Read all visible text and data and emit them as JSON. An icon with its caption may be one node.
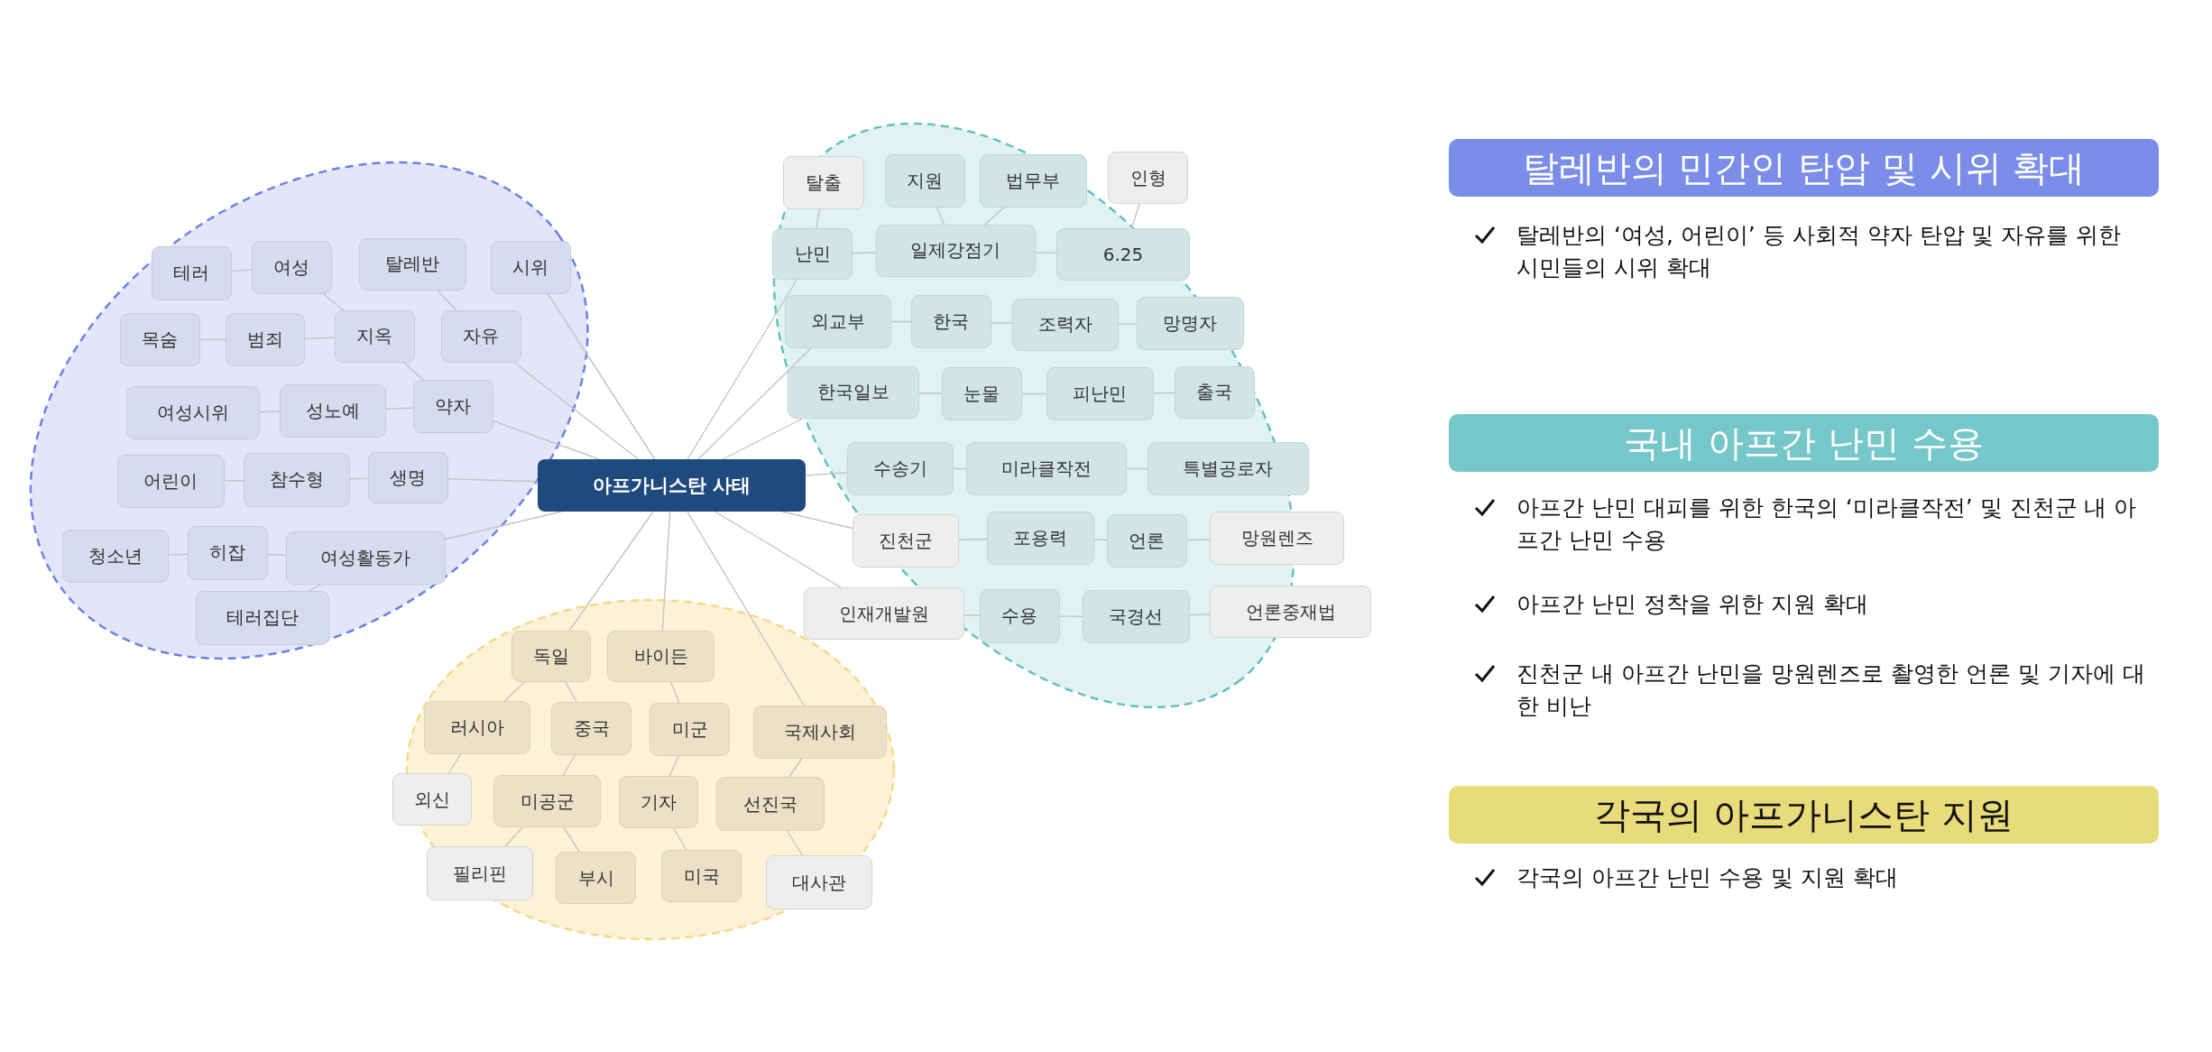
{
  "diagram": {
    "nodes": [
      {
        "text": [
          "아프가니스탄 사태"
        ]
      },
      {
        "text": [],
        "shape": "ellipse"
      },
      {
        "text": [
          "테러"
        ],
        "in": 1
      },
      {
        "text": [
          "여성"
        ],
        "in": 1
      },
      {
        "text": [
          "탈레반"
        ],
        "in": 1
      },
      {
        "text": [
          "시위"
        ],
        "in": 1
      },
      {
        "text": [
          "목숨"
        ],
        "in": 1
      },
      {
        "text": [
          "범죄"
        ],
        "in": 1
      },
      {
        "text": [
          "지옥"
        ],
        "in": 1
      },
      {
        "text": [
          "자유"
        ],
        "in": 1
      },
      {
        "text": [
          "여성시위"
        ],
        "in": 1
      },
      {
        "text": [
          "성노예"
        ],
        "in": 1
      },
      {
        "text": [
          "약자"
        ],
        "in": 1
      },
      {
        "text": [
          "어린이"
        ],
        "in": 1
      },
      {
        "text": [
          "참수형"
        ],
        "in": 1
      },
      {
        "text": [
          "생명"
        ],
        "in": 1
      },
      {
        "text": [
          "청소년"
        ],
        "in": 1
      },
      {
        "text": [
          "히잡"
        ],
        "in": 1
      },
      {
        "text": [
          "여성활동가"
        ],
        "in": 1
      },
      {
        "text": [
          "테러집단"
        ],
        "in": 1
      },
      {
        "text": [],
        "shape": "ellipse"
      },
      {
        "text": [
          "탈출"
        ],
        "in": 20
      },
      {
        "text": [
          "지원"
        ],
        "in": 20
      },
      {
        "text": [
          "법무부"
        ],
        "in": 20
      },
      {
        "text": [
          "인형"
        ]
      },
      {
        "text": [
          "난민"
        ],
        "in": 20
      },
      {
        "text": [
          "일제강점기"
        ],
        "in": 20
      },
      {
        "text": [
          "6.25"
        ],
        "in": 20
      },
      {
        "text": [
          "외교부"
        ],
        "in": 20
      },
      {
        "text": [
          "한국"
        ],
        "in": 20
      },
      {
        "text": [
          "조력자"
        ],
        "in": 20
      },
      {
        "text": [
          "망명자"
        ],
        "in": 20
      },
      {
        "text": [
          "한국일보"
        ],
        "in": 20
      },
      {
        "text": [
          "눈물"
        ],
        "in": 20
      },
      {
        "text": [
          "피난민"
        ],
        "in": 20
      },
      {
        "text": [
          "출국"
        ],
        "in": 20
      },
      {
        "text": [
          "수송기"
        ],
        "in": 20
      },
      {
        "text": [
          "미라클작전"
        ],
        "in": 20
      },
      {
        "text": [
          "특별공로자"
        ],
        "in": 20
      },
      {
        "text": [
          "진천군"
        ],
        "in": 20
      },
      {
        "text": [
          "포용력"
        ],
        "in": 20
      },
      {
        "text": [
          "언론"
        ],
        "in": 20
      },
      {
        "text": [
          "망원렌즈"
        ]
      },
      {
        "text": [
          "인재개발원"
        ]
      },
      {
        "text": [
          "수용"
        ],
        "in": 20
      },
      {
        "text": [
          "국경선"
        ],
        "in": 20
      },
      {
        "text": [
          "언론중재법"
        ]
      },
      {
        "text": [],
        "shape": "ellipse"
      },
      {
        "text": [
          "독일"
        ],
        "in": 47
      },
      {
        "text": [
          "바이든"
        ],
        "in": 47
      },
      {
        "text": [
          "러시아"
        ],
        "in": 47
      },
      {
        "text": [
          "중국"
        ],
        "in": 47
      },
      {
        "text": [
          "미군"
        ],
        "in": 47
      },
      {
        "text": [
          "국제사회"
        ],
        "in": 47
      },
      {
        "text": [
          "외신"
        ]
      },
      {
        "text": [
          "미공군"
        ],
        "in": 47
      },
      {
        "text": [
          "기자"
        ],
        "in": 47
      },
      {
        "text": [
          "선진국"
        ],
        "in": 47
      },
      {
        "text": [
          "필리핀"
        ],
        "in": 47
      },
      {
        "text": [
          "부시"
        ],
        "in": 47
      },
      {
        "text": [
          "미국"
        ],
        "in": 47
      },
      {
        "text": [
          "대사관"
        ],
        "in": 47
      },
      {
        "text": [
          "탈레반의 민간인 탄압 및 시위 확대"
        ]
      },
      {
        "text": [
          "국내 아프간 난민 수용"
        ]
      },
      {
        "text": [
          "각국의 아프가니스탄 지원"
        ]
      }
    ],
    "edges": [
      {
        "from": 0,
        "to": 5,
        "arrow": "none"
      },
      {
        "from": 0,
        "to": 9,
        "arrow": "none"
      },
      {
        "from": 0,
        "to": 12,
        "arrow": "none"
      },
      {
        "from": 0,
        "to": 15,
        "arrow": "none"
      },
      {
        "from": 0,
        "to": 18,
        "arrow": "none"
      },
      {
        "from": 9,
        "to": 4,
        "arrow": "none"
      },
      {
        "from": 12,
        "to": 8,
        "arrow": "none"
      },
      {
        "from": 12,
        "to": 11,
        "arrow": "none"
      },
      {
        "from": 8,
        "to": 3,
        "arrow": "none"
      },
      {
        "from": 8,
        "to": 7,
        "arrow": "none"
      },
      {
        "from": 3,
        "to": 2,
        "arrow": "none"
      },
      {
        "from": 7,
        "to": 6,
        "arrow": "none"
      },
      {
        "from": 11,
        "to": 10,
        "arrow": "none"
      },
      {
        "from": 15,
        "to": 14,
        "arrow": "none"
      },
      {
        "from": 14,
        "to": 13,
        "arrow": "none"
      },
      {
        "from": 18,
        "to": 17,
        "arrow": "none"
      },
      {
        "from": 17,
        "to": 16,
        "arrow": "none"
      },
      {
        "from": 18,
        "to": 19,
        "arrow": "none"
      },
      {
        "from": 0,
        "to": 25,
        "arrow": "none"
      },
      {
        "from": 25,
        "to": 21,
        "arrow": "none"
      },
      {
        "from": 25,
        "to": 26,
        "arrow": "none"
      },
      {
        "from": 26,
        "to": 22,
        "arrow": "none"
      },
      {
        "from": 26,
        "to": 23,
        "arrow": "none"
      },
      {
        "from": 26,
        "to": 27,
        "arrow": "none"
      },
      {
        "from": 27,
        "to": 24,
        "arrow": "none"
      },
      {
        "from": 0,
        "to": 28,
        "arrow": "none"
      },
      {
        "from": 28,
        "to": 29,
        "arrow": "none"
      },
      {
        "from": 29,
        "to": 30,
        "arrow": "none"
      },
      {
        "from": 30,
        "to": 31,
        "arrow": "none"
      },
      {
        "from": 0,
        "to": 32,
        "arrow": "none"
      },
      {
        "from": 32,
        "to": 33,
        "arrow": "none"
      },
      {
        "from": 33,
        "to": 34,
        "arrow": "none"
      },
      {
        "from": 34,
        "to": 35,
        "arrow": "none"
      },
      {
        "from": 0,
        "to": 36,
        "arrow": "none"
      },
      {
        "from": 36,
        "to": 37,
        "arrow": "none"
      },
      {
        "from": 37,
        "to": 38,
        "arrow": "none"
      },
      {
        "from": 0,
        "to": 39,
        "arrow": "none"
      },
      {
        "from": 39,
        "to": 40,
        "arrow": "none"
      },
      {
        "from": 40,
        "to": 41,
        "arrow": "none"
      },
      {
        "from": 41,
        "to": 42,
        "arrow": "none"
      },
      {
        "from": 0,
        "to": 43,
        "arrow": "none"
      },
      {
        "from": 43,
        "to": 44,
        "arrow": "none"
      },
      {
        "from": 44,
        "to": 45,
        "arrow": "none"
      },
      {
        "from": 45,
        "to": 46,
        "arrow": "none"
      },
      {
        "from": 0,
        "to": 48,
        "arrow": "none"
      },
      {
        "from": 0,
        "to": 49,
        "arrow": "none"
      },
      {
        "from": 0,
        "to": 53,
        "arrow": "none"
      },
      {
        "from": 48,
        "to": 50,
        "arrow": "none"
      },
      {
        "from": 50,
        "to": 54,
        "arrow": "none"
      },
      {
        "from": 48,
        "to": 51,
        "arrow": "none"
      },
      {
        "from": 51,
        "to": 55,
        "arrow": "none"
      },
      {
        "from": 55,
        "to": 58,
        "arrow": "none"
      },
      {
        "from": 55,
        "to": 59,
        "arrow": "none"
      },
      {
        "from": 49,
        "to": 52,
        "arrow": "none"
      },
      {
        "from": 52,
        "to": 56,
        "arrow": "none"
      },
      {
        "from": 56,
        "to": 60,
        "arrow": "none"
      },
      {
        "from": 53,
        "to": 57,
        "arrow": "none"
      },
      {
        "from": 57,
        "to": 61,
        "arrow": "none"
      }
    ],
    "labels": [
      "탈레반의 ‘여성, 어린이’ 등 사회적 약자 탄압 및 자유를 위한 시민들의 시위 확대",
      "아프간 난민 대피를 위한 한국의 ‘미라클작전’ 및 진천군 내 아프간 난민 수용",
      "아프간 난민 정착을 위한 지원 확대",
      "진천군 내 아프간 난민을 망원렌즈로 촬영한 언론 및 기자에 대한 비난",
      "각국의 아프간 난민 수용 및 지원 확대"
    ]
  }
}
